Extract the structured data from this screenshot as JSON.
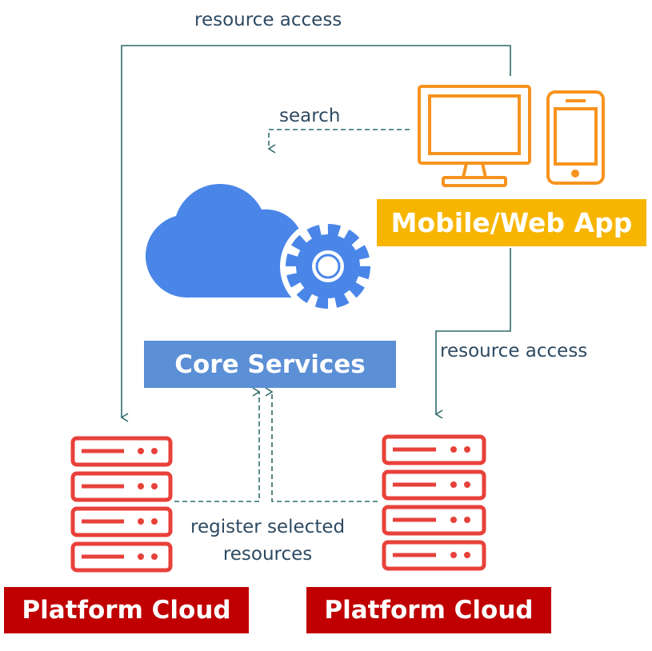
{
  "labels": {
    "resource_access_top": "resource access",
    "search": "search",
    "resource_access_right": "resource access",
    "register_line1": "register selected",
    "register_line2": "resources"
  },
  "boxes": {
    "mobile_web_app": "Mobile/Web App",
    "core_services": "Core Services",
    "platform_cloud_left": "Platform Cloud",
    "platform_cloud_right": "Platform Cloud"
  },
  "colors": {
    "connector": "#2d6b6b",
    "label_text": "#2e4a62",
    "device_orange": "#f7931e",
    "mobile_box": "#f7b500",
    "core_box": "#5b8fd6",
    "cloud_blue": "#4a86e8",
    "server_red": "#e8413a",
    "platform_box": "#c00000"
  },
  "icons": [
    "monitor-icon",
    "phone-icon",
    "cloud-gear-icon",
    "server-stack-icon"
  ]
}
